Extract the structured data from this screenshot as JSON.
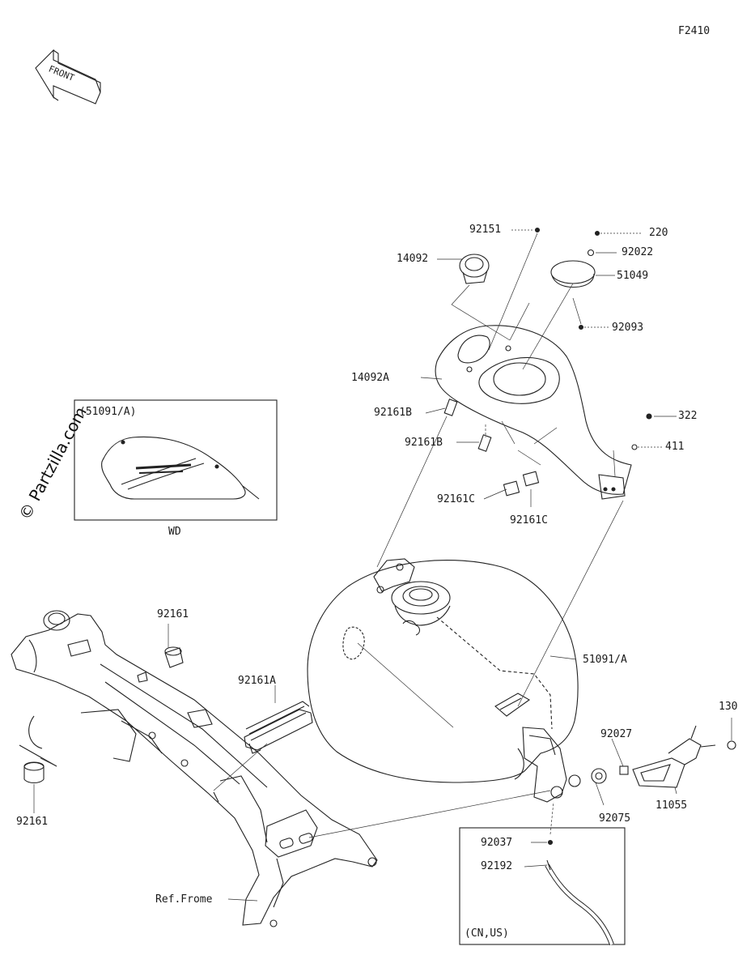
{
  "figure_code": "F2410",
  "front_label": "FRONT",
  "watermark": "© Partzilla.com",
  "inset_wd": {
    "code": "(51091/A)",
    "caption": "WD"
  },
  "inset_cnus": {
    "caption": "(CN,US)"
  },
  "ref_frame": "Ref.Frome",
  "parts": {
    "p92151": "92151",
    "p220": "220",
    "p14092": "14092",
    "p92022": "92022",
    "p51049": "51049",
    "p92093": "92093",
    "p14092A": "14092A",
    "p92161B_1": "92161B",
    "p92161B_2": "92161B",
    "p322": "322",
    "p411": "411",
    "p92161C_1": "92161C",
    "p92161C_2": "92161C",
    "p92161_top": "92161",
    "p92161A": "92161A",
    "p51091A": "51091/A",
    "p130": "130",
    "p92027": "92027",
    "p92075": "92075",
    "p11055": "11055",
    "p92161_bottom": "92161",
    "p92037": "92037",
    "p92192": "92192"
  }
}
